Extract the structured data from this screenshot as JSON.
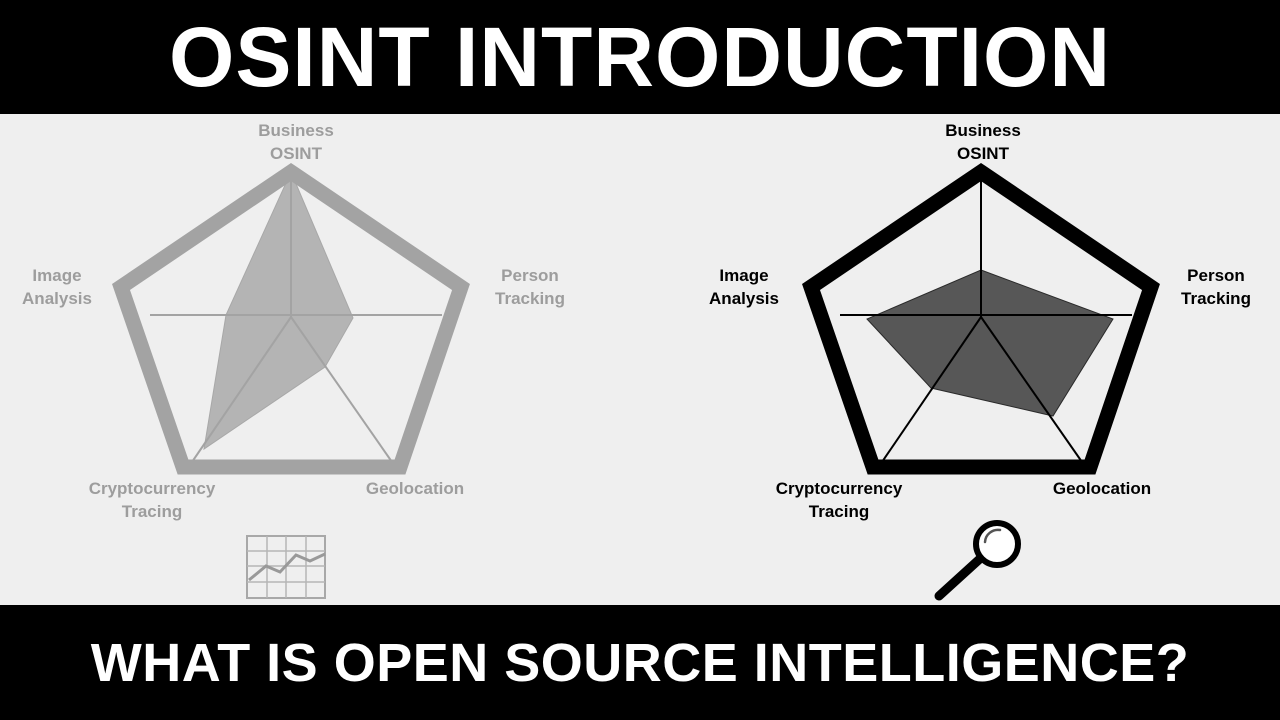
{
  "header": {
    "title": "OSINT INTRODUCTION"
  },
  "footer": {
    "subtitle": "WHAT IS OPEN SOURCE INTELLIGENCE?"
  },
  "colors": {
    "background": "#000000",
    "canvas": "#efefef",
    "faded_outline": "#a3a3a3",
    "faded_fill": "#b4b4b4",
    "faded_text": "#9d9d9d",
    "active_outline": "#000000",
    "active_fill": "#575757",
    "active_text": "#000000"
  },
  "diagrams": {
    "left": {
      "axis_labels": {
        "business_line1": "Business",
        "business_line2": "OSINT",
        "person_line1": "Person",
        "person_line2": "Tracking",
        "geolocation": "Geolocation",
        "crypto_line1": "Cryptocurrency",
        "crypto_line2": "Tracing",
        "image_line1": "Image",
        "image_line2": "Analysis"
      },
      "icon": "line-chart-icon"
    },
    "right": {
      "axis_labels": {
        "business_line1": "Business",
        "business_line2": "OSINT",
        "person_line1": "Person",
        "person_line2": "Tracking",
        "geolocation": "Geolocation",
        "crypto_line1": "Cryptocurrency",
        "crypto_line2": "Tracing",
        "image_line1": "Image",
        "image_line2": "Analysis"
      },
      "icon": "magnifying-glass-icon"
    }
  }
}
